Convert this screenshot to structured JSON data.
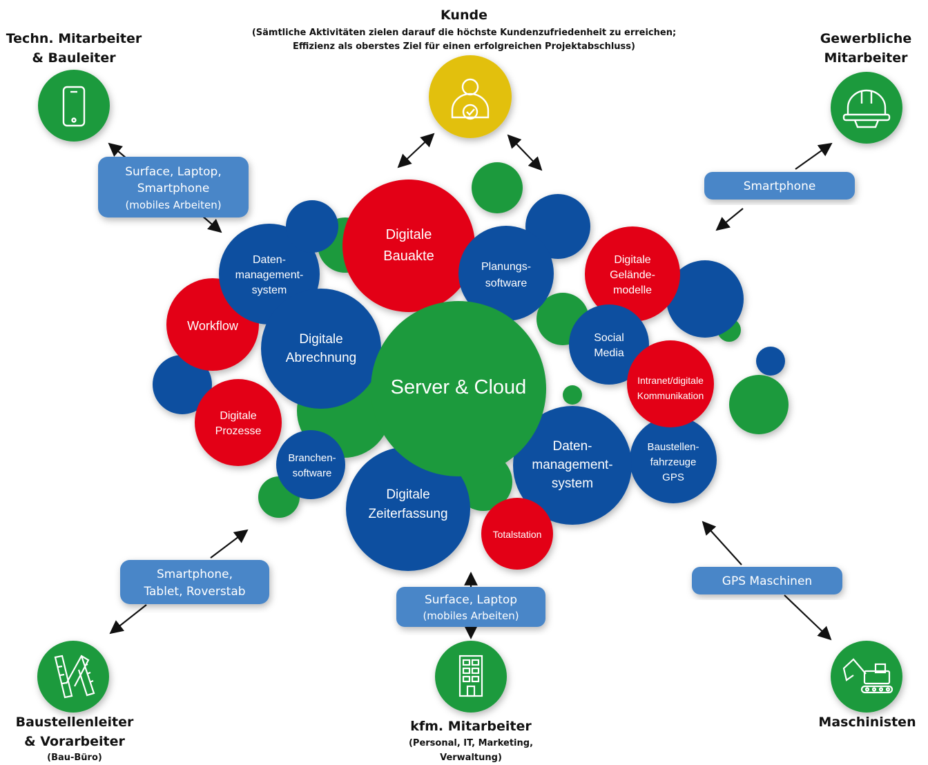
{
  "colors": {
    "green": "#1f9a3c",
    "red": "#e30613",
    "blue": "#0a4fa0",
    "yellow": "#e2c00a",
    "pill": "#4a86c8",
    "text": "#111111"
  },
  "kunde": {
    "title": "Kunde",
    "sub1": "(Sämtliche Aktivitäten zielen darauf die höchste Kundenzufriedenheit zu erreichen;",
    "sub2": "Effizienz als oberstes Ziel für einen erfolgreichen Projektabschluss)"
  },
  "techn": {
    "line1": "Techn. Mitarbeiter",
    "line2": "& Bauleiter"
  },
  "gewerb": {
    "line1": "Gewerbliche",
    "line2": "Mitarbeiter"
  },
  "baustellen": {
    "line1": "Baustellenleiter",
    "line2": "& Vorarbeiter",
    "line3": "(Bau-Büro)"
  },
  "kfm": {
    "line1": "kfm. Mitarbeiter",
    "line2": "(Personal, IT, Marketing,",
    "line3": "Verwaltung)"
  },
  "maschinisten": {
    "line1": "Maschinisten"
  },
  "pills": {
    "surface_laptop_smartphone": {
      "line1": "Surface, Laptop,",
      "line2": "Smartphone",
      "line3": "(mobiles Arbeiten)"
    },
    "smartphone": {
      "line1": "Smartphone"
    },
    "smartphone_tablet": {
      "line1": "Smartphone,",
      "line2": "Tablet, Roverstab"
    },
    "surface_laptop": {
      "line1": "Surface, Laptop",
      "line2": "(mobiles Arbeiten)"
    },
    "gps_maschinen": {
      "line1": "GPS Maschinen"
    }
  },
  "bubbles": {
    "digitale_bauakte": {
      "line1": "Digitale",
      "line2": "Bauakte"
    },
    "planungssoftware": {
      "line1": "Planungs-",
      "line2": "software"
    },
    "datenmanagement_top": {
      "line1": "Daten-",
      "line2": "management-",
      "line3": "system"
    },
    "workflow": {
      "line1": "Workflow"
    },
    "digitale_abrechnung": {
      "line1": "Digitale",
      "line2": "Abrechnung"
    },
    "server_cloud": {
      "line1": "Server & Cloud"
    },
    "digitale_gelaendemodelle": {
      "line1": "Digitale",
      "line2": "Gelände-",
      "line3": "modelle"
    },
    "social_media": {
      "line1": "Social",
      "line2": "Media"
    },
    "intranet": {
      "line1": "Intranet/digitale",
      "line2": "Kommunikation"
    },
    "digitale_prozesse": {
      "line1": "Digitale",
      "line2": "Prozesse"
    },
    "branchensoftware": {
      "line1": "Branchen-",
      "line2": "software"
    },
    "digitale_zeiterfassung": {
      "line1": "Digitale",
      "line2": "Zeiterfassung"
    },
    "datenmanagement_bottom": {
      "line1": "Daten-",
      "line2": "management-",
      "line3": "system"
    },
    "baustellenfahrzeuge": {
      "line1": "Baustellen-",
      "line2": "fahrzeuge",
      "line3": "GPS"
    },
    "totalstation": {
      "line1": "Totalstation"
    }
  },
  "icons": [
    "smartphone-icon",
    "customer-icon",
    "hardhat-icon",
    "ruler-icon",
    "office-building-icon",
    "excavator-icon"
  ]
}
